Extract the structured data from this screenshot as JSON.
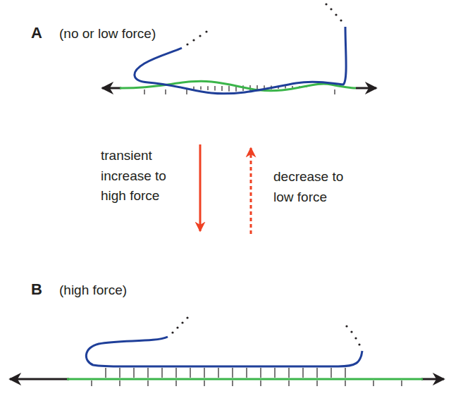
{
  "diagram": {
    "labels": [
      "A",
      "(no or low force)",
      "transient increase to high force",
      "decrease to low force",
      "B",
      "(high force)"
    ]
  }
}
